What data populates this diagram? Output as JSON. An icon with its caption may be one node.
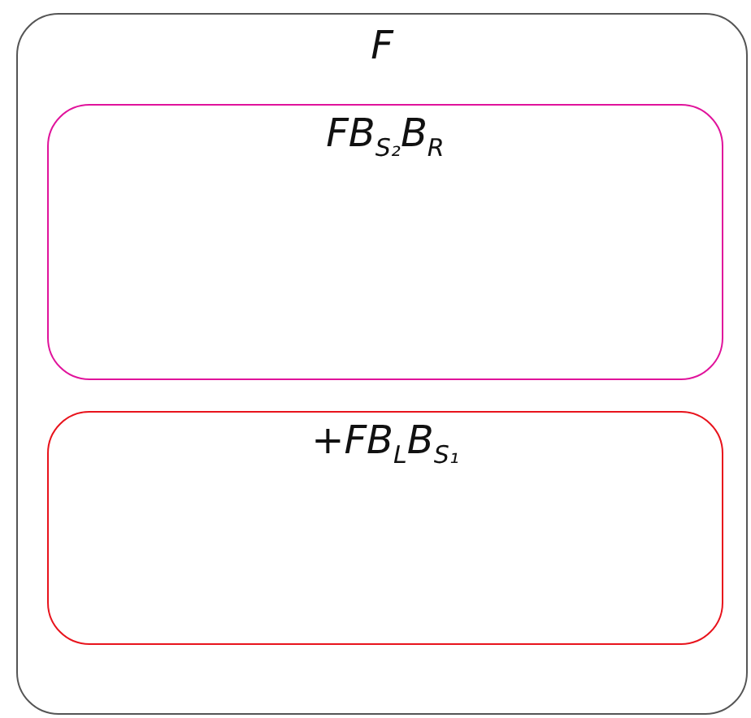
{
  "diagram": {
    "nodes": [
      {
        "text": [
          "F"
        ]
      },
      {
        "text": [
          "FB$_{S₂}$B$_{R}$"
        ],
        "in": 0
      },
      {
        "text": [
          "+FB$_{L}$B$_{S₁}$"
        ],
        "in": 0
      }
    ]
  }
}
